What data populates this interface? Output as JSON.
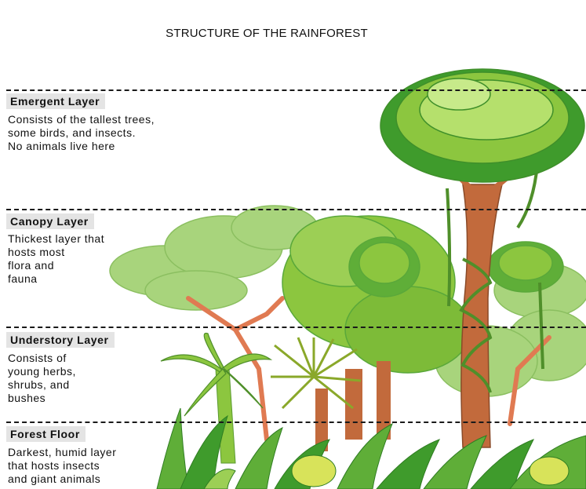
{
  "title": "STRUCTURE OF THE RAINFOREST",
  "layers": [
    {
      "label": "Emergent Layer",
      "description": "Consists of the tallest trees,\nsome birds, and insects.\nNo animals live here"
    },
    {
      "label": "Canopy Layer",
      "description": "Thickest layer that\nhosts most\nflora and\nfauna"
    },
    {
      "label": "Understory Layer",
      "description": "Consists of\nyoung herbs,\nshrubs, and\nbushes"
    },
    {
      "label": "Forest Floor",
      "description": "Darkest, humid layer\nthat hosts insects\nand giant animals"
    }
  ],
  "colors": {
    "light_green": "#a8d47c",
    "mid_green": "#8cc63f",
    "dark_green": "#3f9b2c",
    "trunk_brown": "#c26a3c",
    "branch_orange": "#e07a52",
    "vine_green": "#4f8f2a"
  }
}
